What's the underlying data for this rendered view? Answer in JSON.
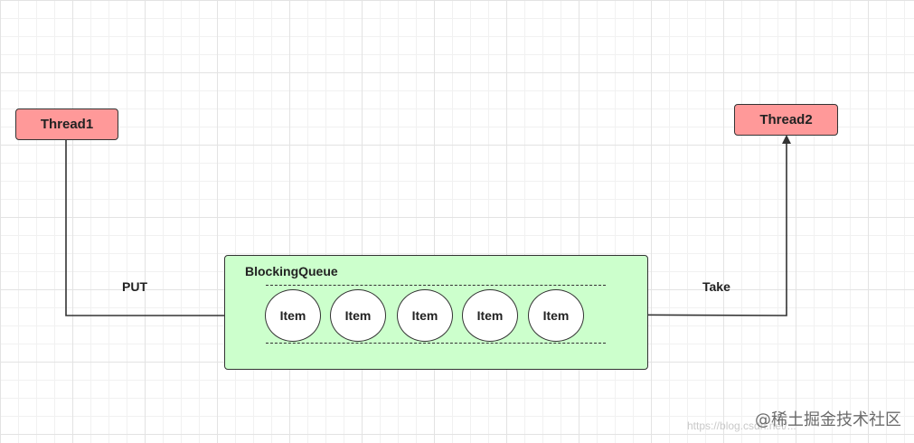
{
  "threads": {
    "producer": "Thread1",
    "consumer": "Thread2"
  },
  "queue": {
    "title": "BlockingQueue",
    "items": [
      "Item",
      "Item",
      "Item",
      "Item",
      "Item"
    ]
  },
  "edges": {
    "put_label": "PUT",
    "take_label": "Take"
  },
  "watermark": {
    "text": "@稀土掘金技术社区",
    "faint_text": "https://blog.csdn.net/..."
  },
  "colors": {
    "thread_fill": "#ff9999",
    "queue_fill": "#ccffcc",
    "item_fill": "#ffffff",
    "stroke": "#333333"
  }
}
